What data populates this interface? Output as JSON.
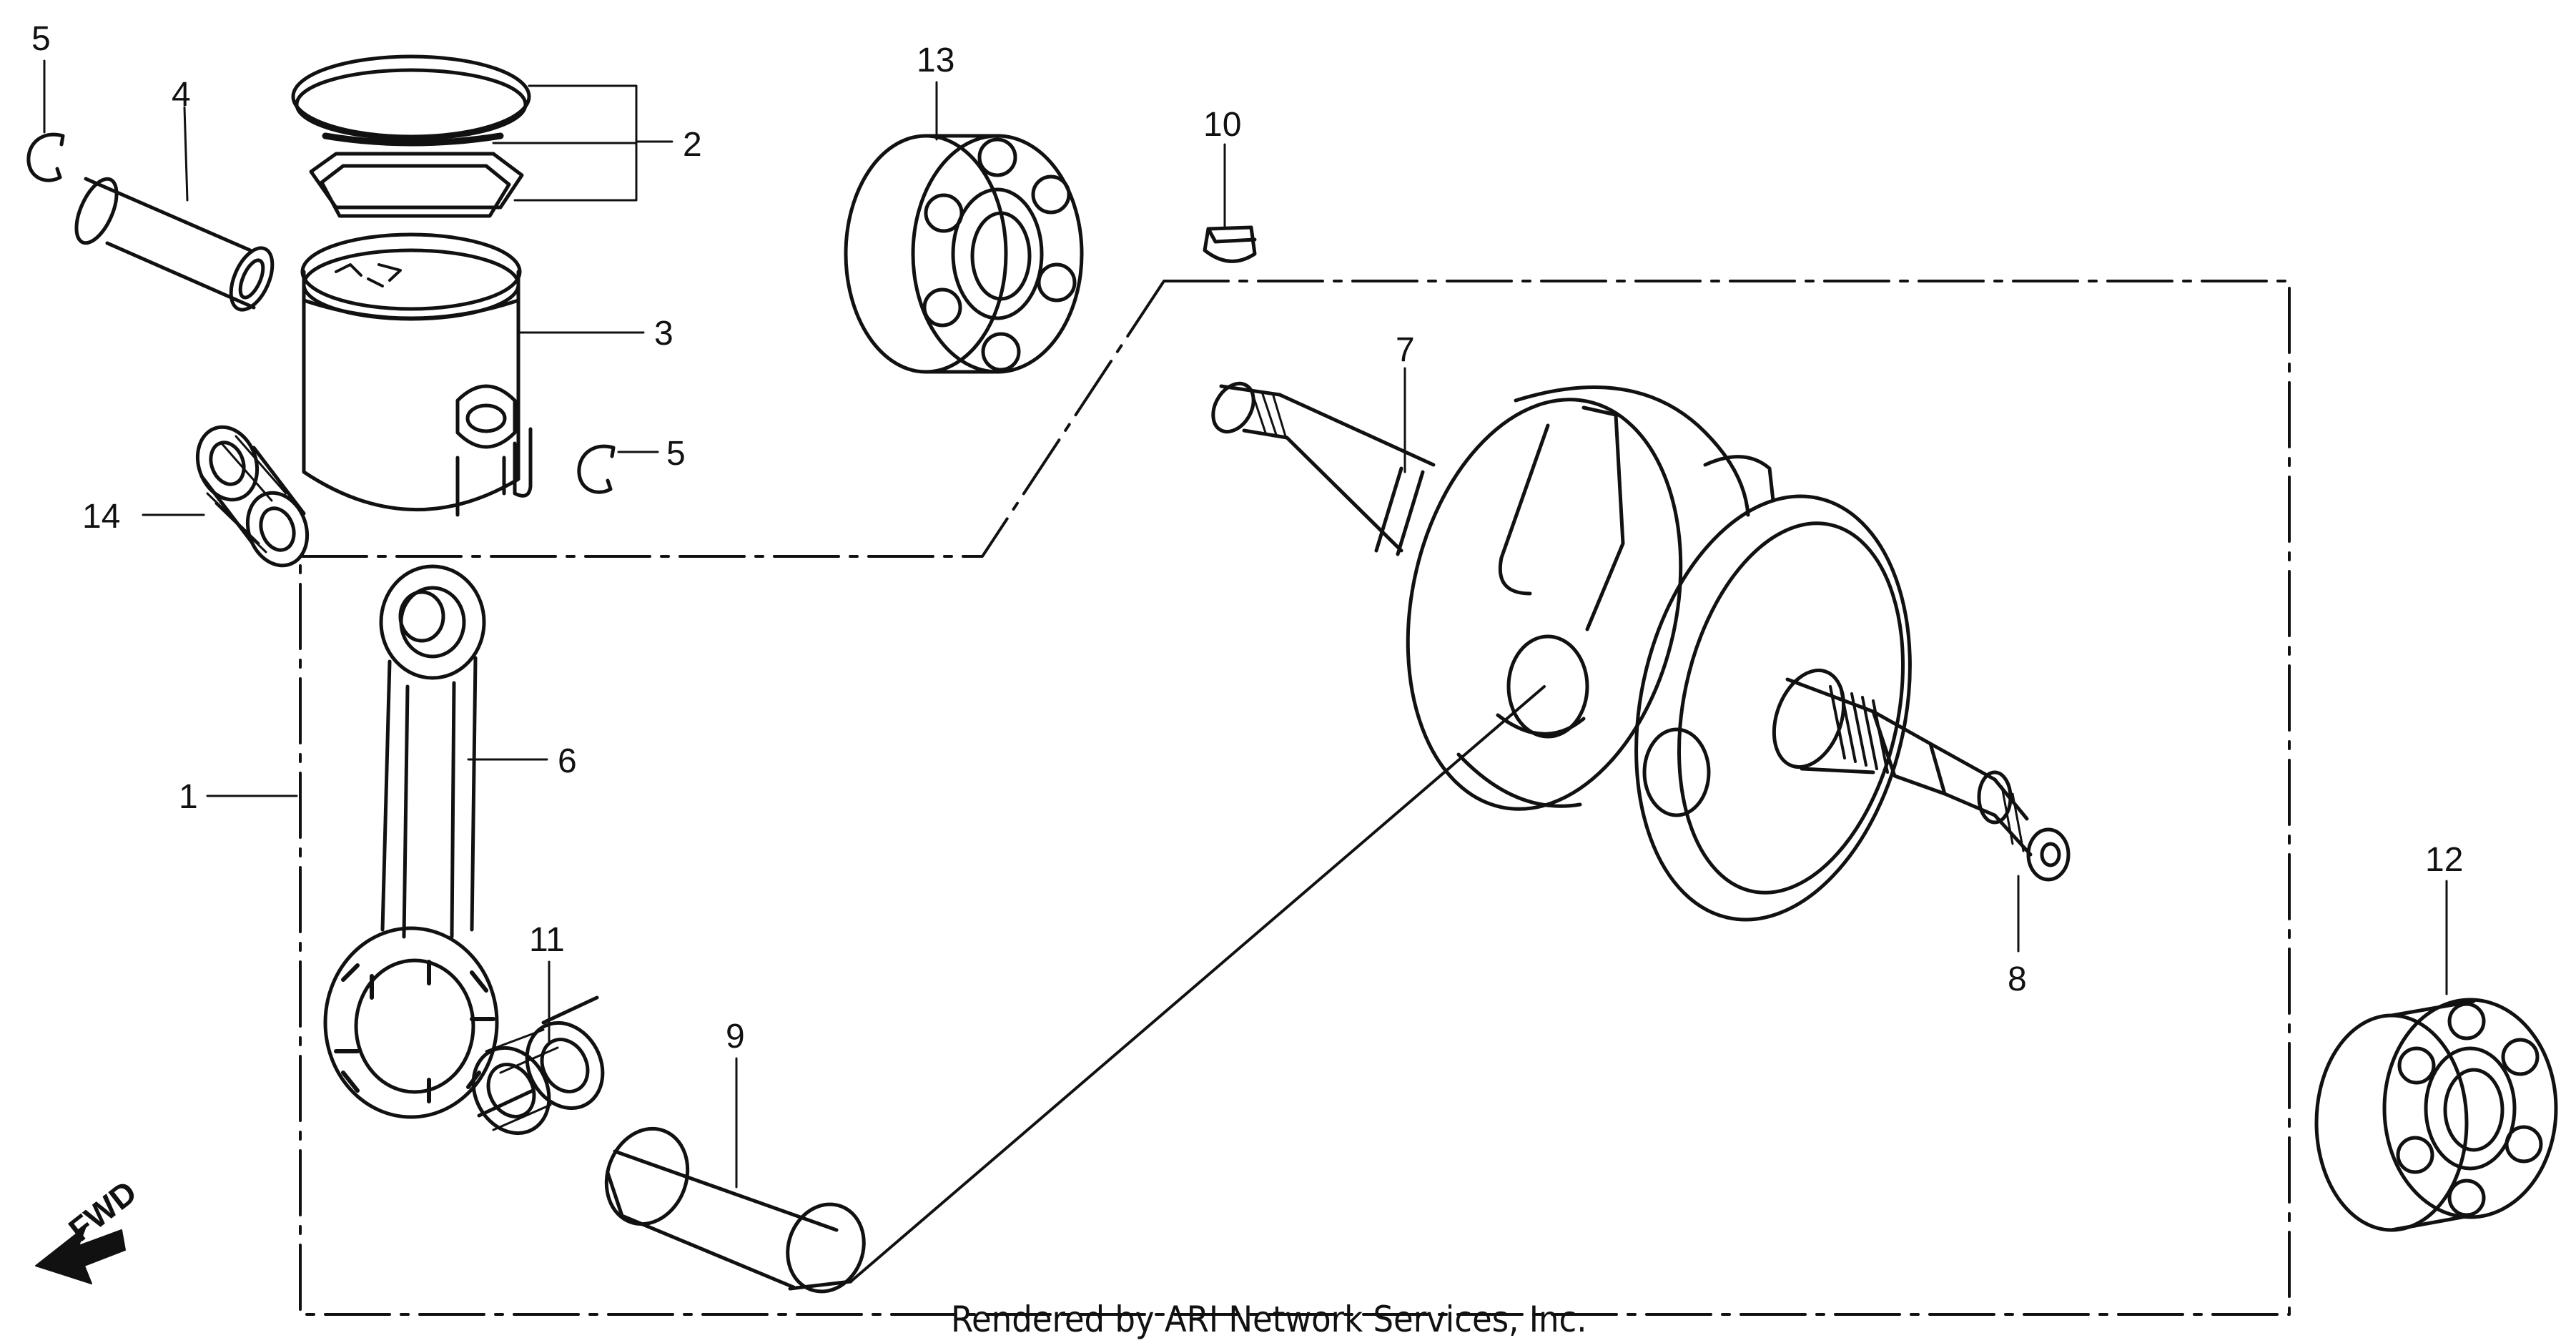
{
  "callouts": [
    {
      "id": "1",
      "label": "1"
    },
    {
      "id": "2",
      "label": "2"
    },
    {
      "id": "3",
      "label": "3"
    },
    {
      "id": "4",
      "label": "4"
    },
    {
      "id": "5a",
      "label": "5"
    },
    {
      "id": "5b",
      "label": "5"
    },
    {
      "id": "6",
      "label": "6"
    },
    {
      "id": "7",
      "label": "7"
    },
    {
      "id": "8",
      "label": "8"
    },
    {
      "id": "9",
      "label": "9"
    },
    {
      "id": "10",
      "label": "10"
    },
    {
      "id": "11",
      "label": "11"
    },
    {
      "id": "12",
      "label": "12"
    },
    {
      "id": "13",
      "label": "13"
    },
    {
      "id": "14",
      "label": "14"
    }
  ],
  "fwd_label": "FWD",
  "footer": "Rendered by ARI Network Services, Inc.",
  "colors": {
    "ink": "#111111",
    "paper": "#ffffff"
  }
}
